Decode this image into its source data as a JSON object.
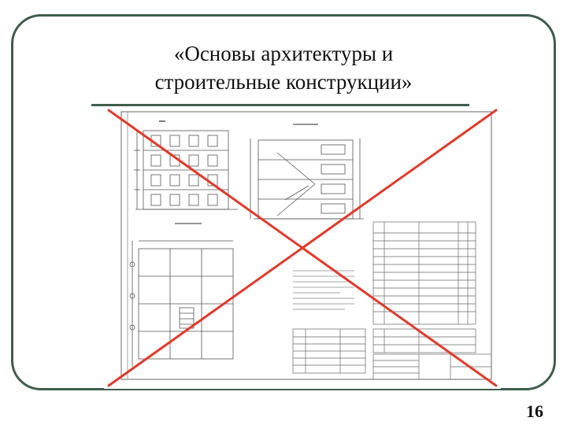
{
  "slide": {
    "title_lines": [
      "«Основы архитектуры и",
      "строительные конструкции»"
    ],
    "page_number": "16"
  },
  "drawing": {
    "icon": "architectural-drawing-sheet",
    "cross_color": "#e23a2a",
    "line_color": "#555555"
  },
  "colors": {
    "frame": "#3f5d4c",
    "divider": "#3f5d4c",
    "text": "#111111"
  }
}
